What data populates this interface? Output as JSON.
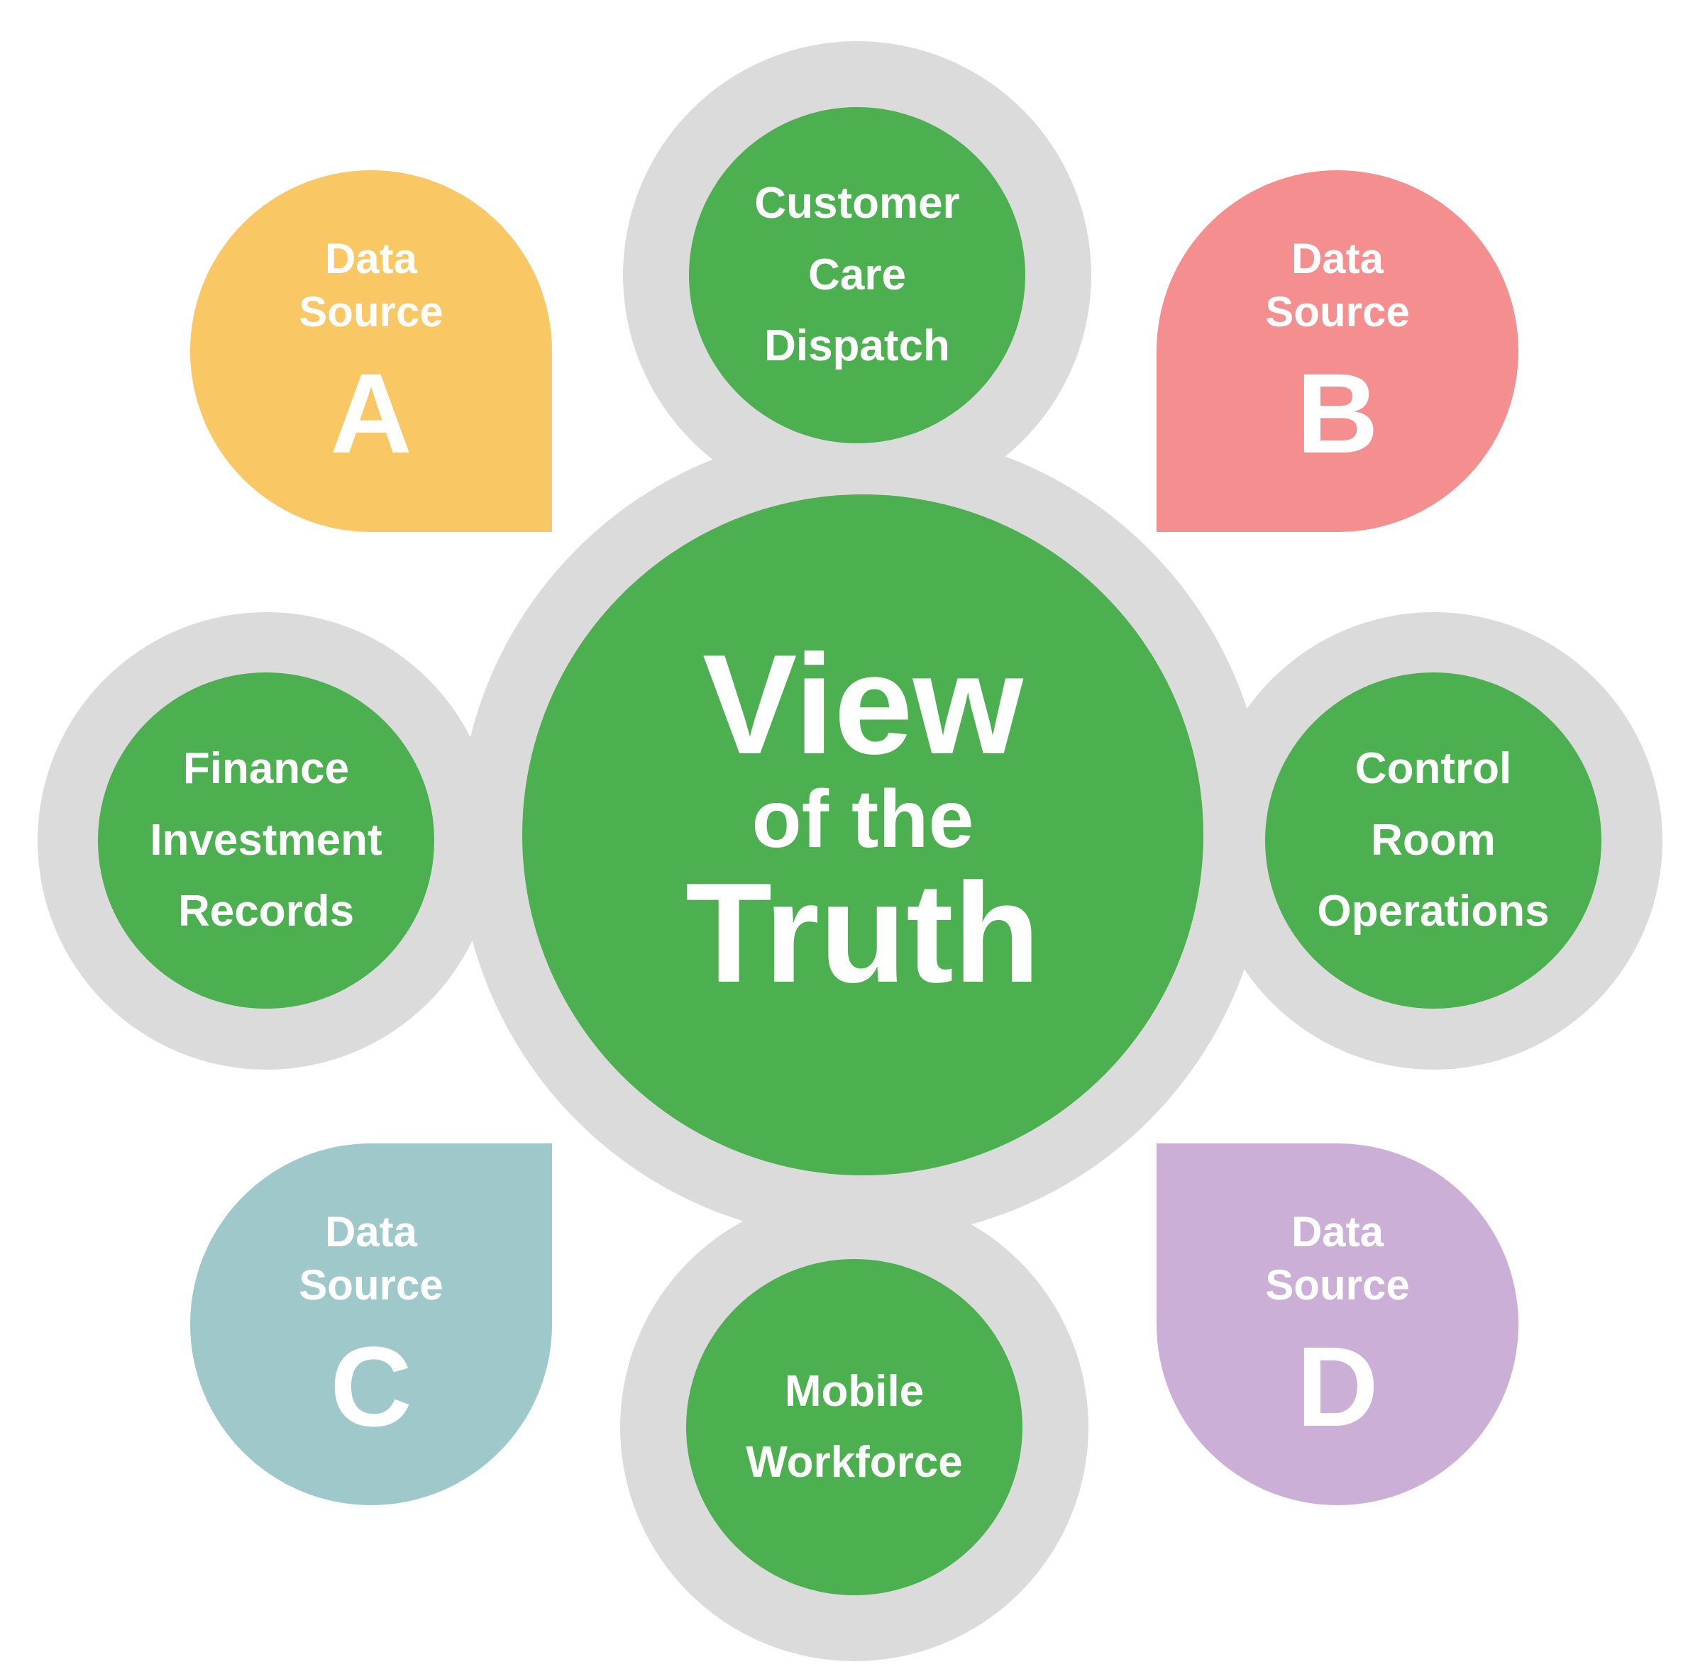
{
  "colors": {
    "background": "#FFFFFF",
    "node_green": "#4CAF50",
    "ring_gray": "#DBDBDB",
    "source_a_yellow": "#F9C763",
    "source_b_pink": "#F58E8E",
    "source_c_teal": "#9EC8CA",
    "source_d_purple": "#CBAFD7",
    "text": "#FFFFFF"
  },
  "center": {
    "lines": [
      "View",
      "of the",
      "Truth"
    ]
  },
  "satellites": {
    "top": {
      "lines": [
        "Customer",
        "Care",
        "Dispatch"
      ]
    },
    "left": {
      "lines": [
        "Finance",
        "Investment",
        "Records"
      ]
    },
    "right": {
      "lines": [
        "Control",
        "Room",
        "Operations"
      ]
    },
    "bottom": {
      "lines": [
        "Mobile",
        "Workforce"
      ]
    }
  },
  "sources": {
    "a": {
      "lines": [
        "Data",
        "Source"
      ],
      "letter": "A"
    },
    "b": {
      "lines": [
        "Data",
        "Source"
      ],
      "letter": "B"
    },
    "c": {
      "lines": [
        "Data",
        "Source"
      ],
      "letter": "C"
    },
    "d": {
      "lines": [
        "Data",
        "Source"
      ],
      "letter": "D"
    }
  }
}
